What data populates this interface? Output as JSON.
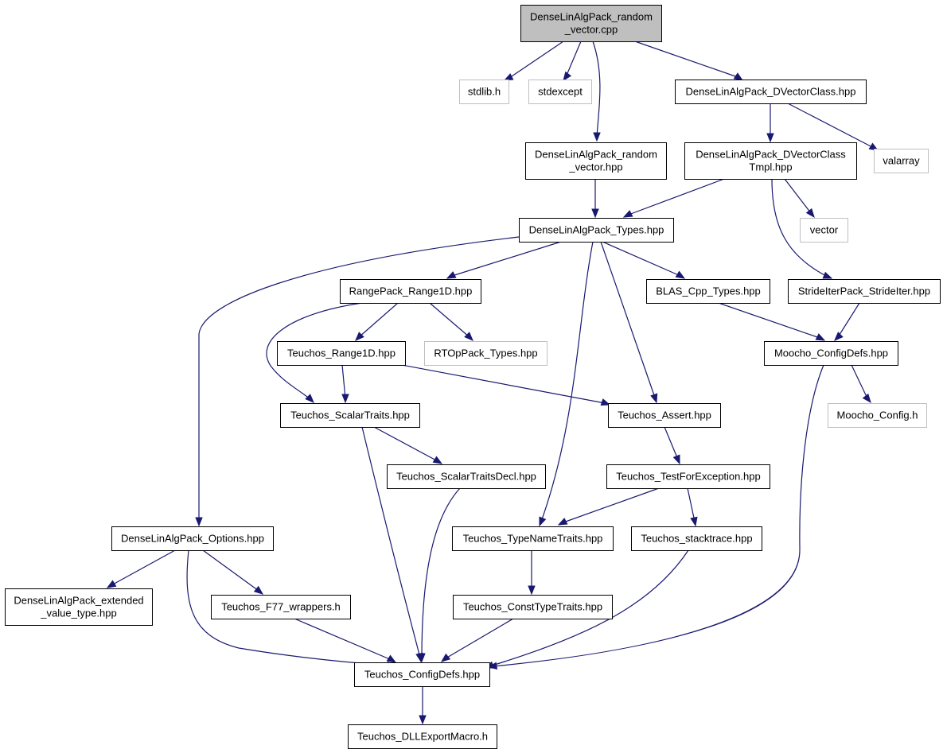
{
  "colors": {
    "edge": "#191970",
    "root_fill": "#bfbfbf",
    "node_fill": "#ffffff",
    "node_border": "#000000",
    "external_border": "#bfbfbf"
  },
  "nodes": [
    {
      "id": "root",
      "kind": "root",
      "lines": [
        "DenseLinAlgPack_random",
        "_vector.cpp"
      ]
    },
    {
      "id": "stdlib",
      "kind": "external",
      "lines": [
        "stdlib.h"
      ]
    },
    {
      "id": "stdexcept",
      "kind": "external",
      "lines": [
        "stdexcept"
      ]
    },
    {
      "id": "dvectorclass",
      "kind": "file",
      "lines": [
        "DenseLinAlgPack_DVectorClass.hpp"
      ]
    },
    {
      "id": "randomhpp",
      "kind": "file",
      "lines": [
        "DenseLinAlgPack_random",
        "_vector.hpp"
      ]
    },
    {
      "id": "dvectortmpl",
      "kind": "file",
      "lines": [
        "DenseLinAlgPack_DVectorClass",
        "Tmpl.hpp"
      ]
    },
    {
      "id": "valarray",
      "kind": "external",
      "lines": [
        "valarray"
      ]
    },
    {
      "id": "types",
      "kind": "file",
      "lines": [
        "DenseLinAlgPack_Types.hpp"
      ]
    },
    {
      "id": "vector",
      "kind": "external",
      "lines": [
        "vector"
      ]
    },
    {
      "id": "range1d",
      "kind": "file",
      "lines": [
        "RangePack_Range1D.hpp"
      ]
    },
    {
      "id": "blastypes",
      "kind": "file",
      "lines": [
        "BLAS_Cpp_Types.hpp"
      ]
    },
    {
      "id": "strideiter",
      "kind": "file",
      "lines": [
        "StrideIterPack_StrideIter.hpp"
      ]
    },
    {
      "id": "trange1d",
      "kind": "file",
      "lines": [
        "Teuchos_Range1D.hpp"
      ]
    },
    {
      "id": "rtoptypes",
      "kind": "external",
      "lines": [
        "RTOpPack_Types.hpp"
      ]
    },
    {
      "id": "moochoconfigdefs",
      "kind": "file",
      "lines": [
        "Moocho_ConfigDefs.hpp"
      ]
    },
    {
      "id": "scalartraits",
      "kind": "file",
      "lines": [
        "Teuchos_ScalarTraits.hpp"
      ]
    },
    {
      "id": "assert",
      "kind": "file",
      "lines": [
        "Teuchos_Assert.hpp"
      ]
    },
    {
      "id": "moochoconfig",
      "kind": "external",
      "lines": [
        "Moocho_Config.h"
      ]
    },
    {
      "id": "scalartraitsdecl",
      "kind": "file",
      "lines": [
        "Teuchos_ScalarTraitsDecl.hpp"
      ]
    },
    {
      "id": "testforexception",
      "kind": "file",
      "lines": [
        "Teuchos_TestForException.hpp"
      ]
    },
    {
      "id": "options",
      "kind": "file",
      "lines": [
        "DenseLinAlgPack_Options.hpp"
      ]
    },
    {
      "id": "typenametraits",
      "kind": "file",
      "lines": [
        "Teuchos_TypeNameTraits.hpp"
      ]
    },
    {
      "id": "stacktrace",
      "kind": "file",
      "lines": [
        "Teuchos_stacktrace.hpp"
      ]
    },
    {
      "id": "extvaluetype",
      "kind": "file",
      "lines": [
        "DenseLinAlgPack_extended",
        "_value_type.hpp"
      ]
    },
    {
      "id": "f77wrappers",
      "kind": "file",
      "lines": [
        "Teuchos_F77_wrappers.h"
      ]
    },
    {
      "id": "consttypetraits",
      "kind": "file",
      "lines": [
        "Teuchos_ConstTypeTraits.hpp"
      ]
    },
    {
      "id": "teuchosconfigdefs",
      "kind": "file",
      "lines": [
        "Teuchos_ConfigDefs.hpp"
      ]
    },
    {
      "id": "dllexport",
      "kind": "file",
      "lines": [
        "Teuchos_DLLExportMacro.h"
      ]
    }
  ],
  "edges": [
    {
      "from": "root",
      "to": "stdlib"
    },
    {
      "from": "root",
      "to": "stdexcept"
    },
    {
      "from": "root",
      "to": "dvectorclass"
    },
    {
      "from": "root",
      "to": "randomhpp"
    },
    {
      "from": "dvectorclass",
      "to": "dvectortmpl"
    },
    {
      "from": "dvectorclass",
      "to": "valarray"
    },
    {
      "from": "randomhpp",
      "to": "types"
    },
    {
      "from": "dvectortmpl",
      "to": "types"
    },
    {
      "from": "dvectortmpl",
      "to": "vector"
    },
    {
      "from": "dvectortmpl",
      "to": "strideiter"
    },
    {
      "from": "types",
      "to": "range1d"
    },
    {
      "from": "types",
      "to": "blastypes"
    },
    {
      "from": "types",
      "to": "assert"
    },
    {
      "from": "types",
      "to": "typenametraits"
    },
    {
      "from": "types",
      "to": "options"
    },
    {
      "from": "range1d",
      "to": "trange1d"
    },
    {
      "from": "range1d",
      "to": "rtoptypes"
    },
    {
      "from": "range1d",
      "to": "scalartraits"
    },
    {
      "from": "blastypes",
      "to": "moochoconfigdefs"
    },
    {
      "from": "strideiter",
      "to": "moochoconfigdefs"
    },
    {
      "from": "trange1d",
      "to": "scalartraits"
    },
    {
      "from": "trange1d",
      "to": "assert"
    },
    {
      "from": "moochoconfigdefs",
      "to": "moochoconfig"
    },
    {
      "from": "moochoconfigdefs",
      "to": "teuchosconfigdefs"
    },
    {
      "from": "scalartraits",
      "to": "scalartraitsdecl"
    },
    {
      "from": "scalartraits",
      "to": "teuchosconfigdefs"
    },
    {
      "from": "assert",
      "to": "testforexception"
    },
    {
      "from": "scalartraitsdecl",
      "to": "teuchosconfigdefs"
    },
    {
      "from": "testforexception",
      "to": "typenametraits"
    },
    {
      "from": "testforexception",
      "to": "stacktrace"
    },
    {
      "from": "options",
      "to": "extvaluetype"
    },
    {
      "from": "options",
      "to": "f77wrappers"
    },
    {
      "from": "options",
      "to": "teuchosconfigdefs"
    },
    {
      "from": "typenametraits",
      "to": "consttypetraits"
    },
    {
      "from": "stacktrace",
      "to": "teuchosconfigdefs"
    },
    {
      "from": "f77wrappers",
      "to": "teuchosconfigdefs"
    },
    {
      "from": "consttypetraits",
      "to": "teuchosconfigdefs"
    },
    {
      "from": "teuchosconfigdefs",
      "to": "dllexport"
    }
  ]
}
